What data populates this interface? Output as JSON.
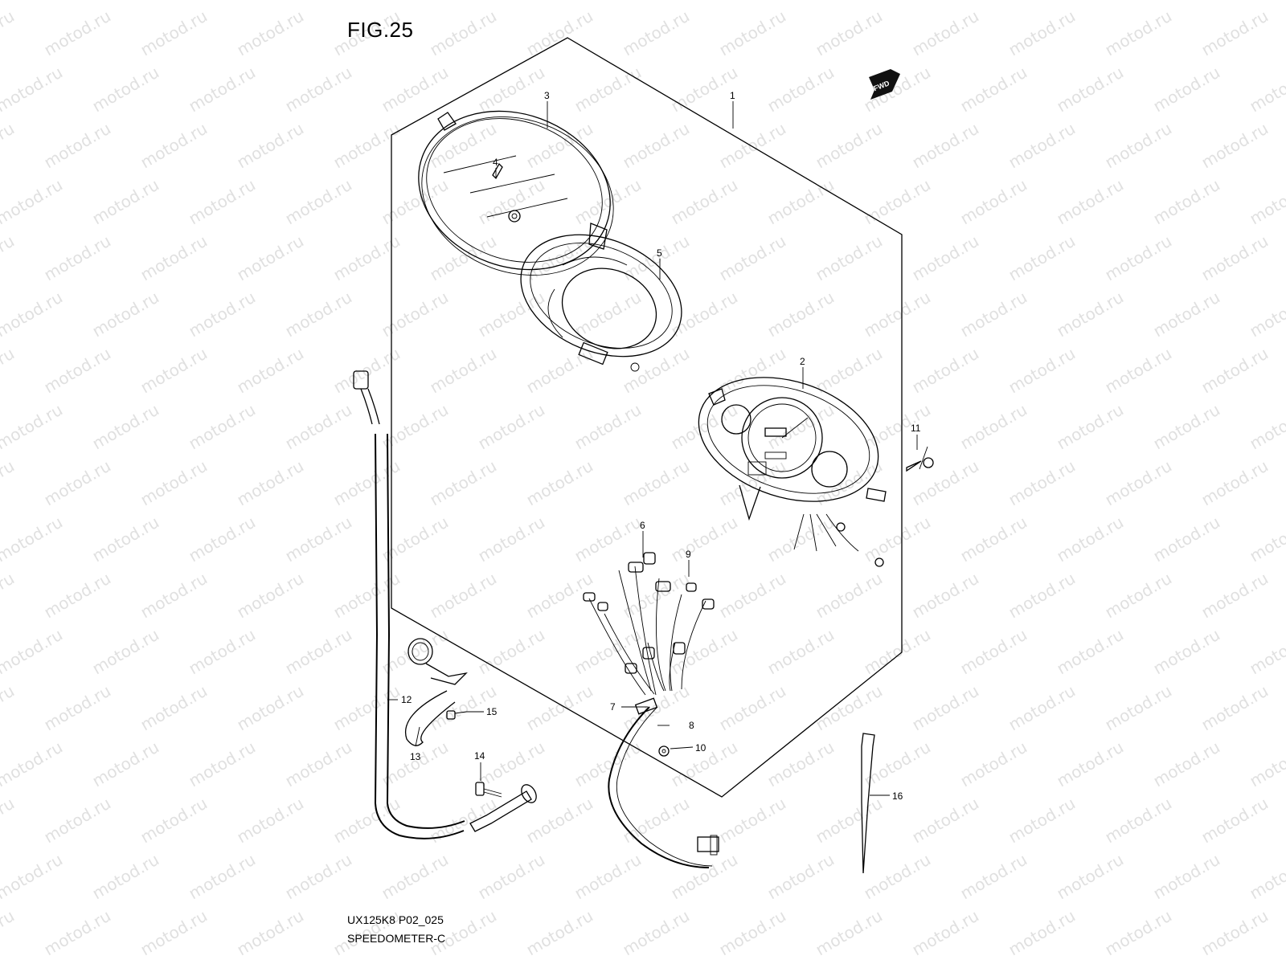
{
  "figure": {
    "title": "FIG.25",
    "model_code": "UX125K8 P02_025",
    "assembly_name": "SPEEDOMETER-C"
  },
  "watermark": {
    "text": "motod.ru"
  },
  "direction_badge": {
    "label": "FWD"
  },
  "callouts": [
    {
      "id": "1",
      "label": "1"
    },
    {
      "id": "2",
      "label": "2"
    },
    {
      "id": "3",
      "label": "3"
    },
    {
      "id": "4",
      "label": "4"
    },
    {
      "id": "5",
      "label": "5"
    },
    {
      "id": "6",
      "label": "6"
    },
    {
      "id": "7",
      "label": "7"
    },
    {
      "id": "8",
      "label": "8"
    },
    {
      "id": "9",
      "label": "9"
    },
    {
      "id": "10",
      "label": "10"
    },
    {
      "id": "11",
      "label": "11"
    },
    {
      "id": "12",
      "label": "12"
    },
    {
      "id": "13",
      "label": "13"
    },
    {
      "id": "14",
      "label": "14"
    },
    {
      "id": "15",
      "label": "15"
    },
    {
      "id": "16",
      "label": "16"
    }
  ]
}
